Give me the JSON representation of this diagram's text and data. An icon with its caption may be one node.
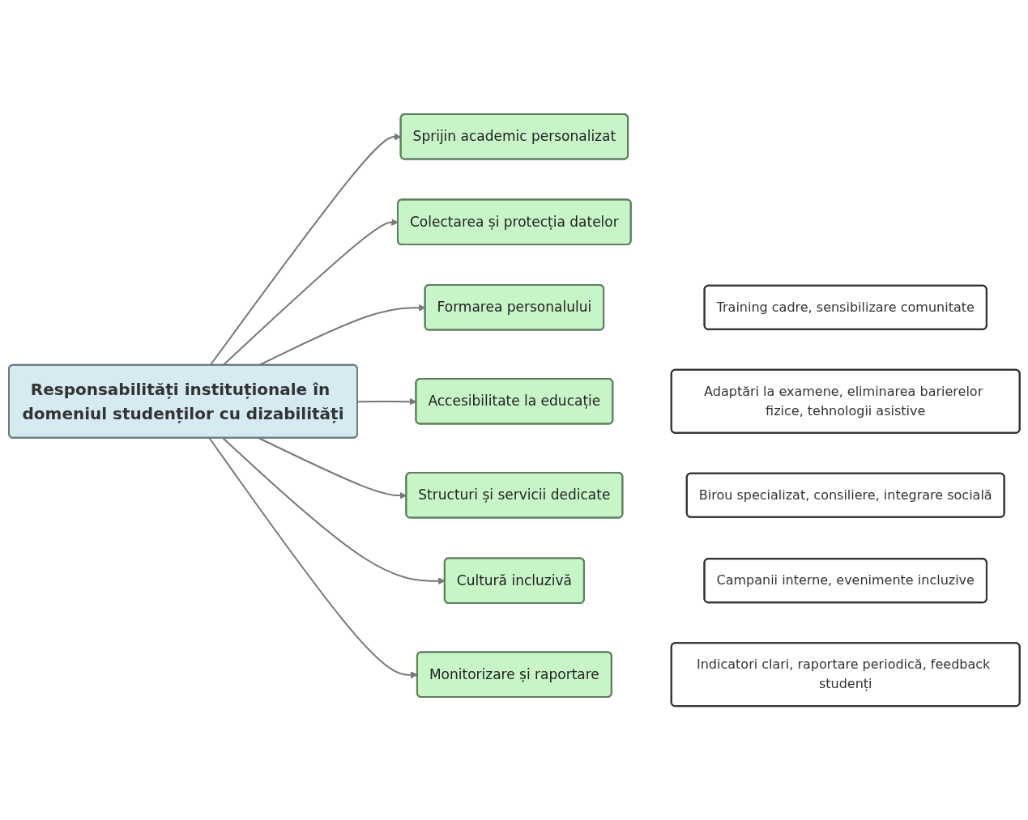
{
  "diagram": {
    "nodes": [
      {
        "text": [
          "Responsabilități instituționale în domeniul studenților cu dizabilități"
        ]
      },
      {
        "text": [
          "Sprijin academic personalizat"
        ]
      },
      {
        "text": [
          "Colectarea și protecția datelor"
        ]
      },
      {
        "text": [
          "Training cadre, sensibilizare comunitate"
        ]
      },
      {
        "text": [
          "Formarea personalului"
        ]
      },
      {
        "text": [
          "Accesibilitate la educație"
        ]
      },
      {
        "text": [
          "Adaptări la examene, eliminarea barierelor fizice, tehnologii asistive"
        ]
      },
      {
        "text": [
          "Structuri și servicii dedicate"
        ]
      },
      {
        "text": [
          "Birou specializat, consiliere, integrare socială"
        ]
      },
      {
        "text": [
          "Cultură incluzivă"
        ]
      },
      {
        "text": [
          "Monitorizare și raportare"
        ]
      },
      {
        "text": [
          "Campanii interne, evenimente incluzive"
        ]
      },
      {
        "text": [
          "Indicatori clari, raportare periodică, feedback studenți"
        ]
      }
    ],
    "edges": [
      {
        "from": 0,
        "to": 1,
        "arrow": "to"
      },
      {
        "from": 0,
        "to": 2,
        "arrow": "to"
      },
      {
        "from": 0,
        "to": 4,
        "arrow": "to"
      },
      {
        "from": 0,
        "to": 5,
        "arrow": "to"
      },
      {
        "from": 0,
        "to": 7,
        "arrow": "to"
      },
      {
        "from": 0,
        "to": 9,
        "arrow": "to"
      },
      {
        "from": 0,
        "to": 10,
        "arrow": "to"
      }
    ]
  }
}
